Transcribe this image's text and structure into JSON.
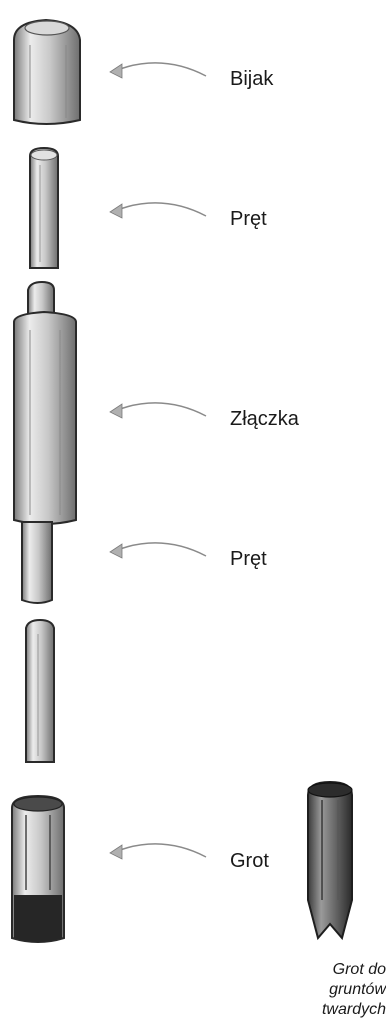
{
  "labels": {
    "bijak": "Bijak",
    "pret_upper": "Pręt",
    "zlaczka": "Złączka",
    "pret_lower": "Pręt",
    "grot": "Grot"
  },
  "caption": {
    "line1": "Grot do",
    "line2": "gruntów",
    "line3": "twardych"
  },
  "colors": {
    "ink": "#1a1a1a",
    "metal_light": "#e6e6e6",
    "metal_mid": "#b5b5b5",
    "metal_dark": "#5a5a5a",
    "leader": "#8a8a8a"
  }
}
